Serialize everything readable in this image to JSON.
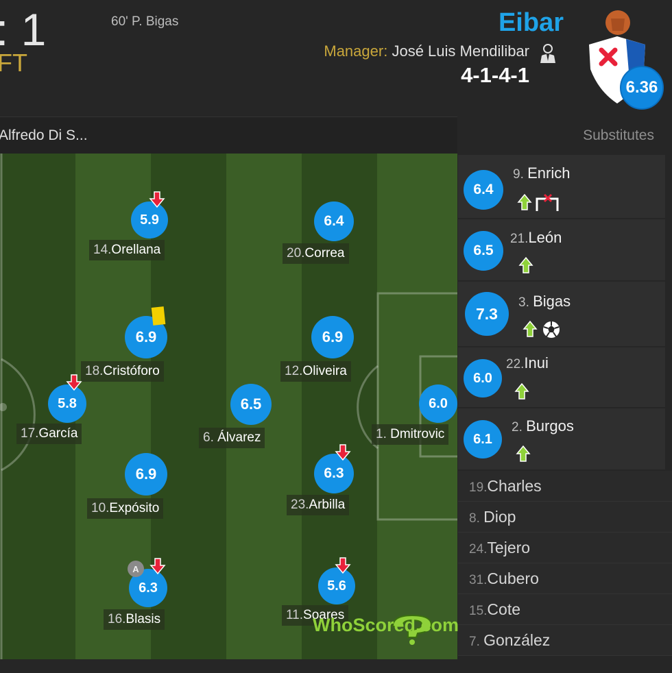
{
  "header": {
    "score_partial": ": 1",
    "status": "FT",
    "scorer": "60' P. Bigas",
    "team_name": "Eibar",
    "manager_label": "Manager:",
    "manager_name": "José Luis Mendilibar",
    "formation": "4-1-4-1",
    "team_rating": "6.36"
  },
  "bar": {
    "coach_name": "Alfredo Di S...",
    "subs_title": "Substitutes"
  },
  "players": [
    {
      "num": "14.",
      "name": "Orellana",
      "rating": "5.9"
    },
    {
      "num": "20.",
      "name": "Correa",
      "rating": "6.4"
    },
    {
      "num": "18.",
      "name": "Cristóforo",
      "rating": "6.9"
    },
    {
      "num": "12.",
      "name": "Oliveira",
      "rating": "6.9"
    },
    {
      "num": "17.",
      "name": "García",
      "rating": "5.8"
    },
    {
      "num": "6. ",
      "name": "Álvarez",
      "rating": "6.5"
    },
    {
      "num": "1. ",
      "name": "Dmitrovic",
      "rating": "6.0"
    },
    {
      "num": "10.",
      "name": "Expósito",
      "rating": "6.9"
    },
    {
      "num": "23.",
      "name": "Arbilla",
      "rating": "6.3"
    },
    {
      "num": "16.",
      "name": "Blasis",
      "rating": "6.3"
    },
    {
      "num": "11.",
      "name": "Soares",
      "rating": "5.6"
    }
  ],
  "captain_badge": "A",
  "watermark": "WhoScored.com",
  "subs_used": [
    {
      "num": "9. ",
      "name": "Enrich",
      "rating": "6.4"
    },
    {
      "num": "21.",
      "name": "León",
      "rating": "6.5"
    },
    {
      "num": "3. ",
      "name": "Bigas",
      "rating": "7.3"
    },
    {
      "num": "22.",
      "name": "Inui",
      "rating": "6.0"
    },
    {
      "num": "2. ",
      "name": "Burgos",
      "rating": "6.1"
    }
  ],
  "subs_unused": [
    {
      "num": "19.",
      "name": "Charles"
    },
    {
      "num": "8. ",
      "name": "Diop"
    },
    {
      "num": "24.",
      "name": "Tejero"
    },
    {
      "num": "31.",
      "name": "Cubero"
    },
    {
      "num": "15.",
      "name": "Cote"
    },
    {
      "num": "7. ",
      "name": "González"
    }
  ],
  "colors": {
    "rating_blue": "#1492e6",
    "team_blue": "#1fa3e8",
    "gold": "#c9a73b",
    "pitch_dark": "#2d4a1d",
    "pitch_light": "#3b5e26",
    "sub_in_green": "#8fd13a",
    "sub_out_red": "#e8223a"
  }
}
